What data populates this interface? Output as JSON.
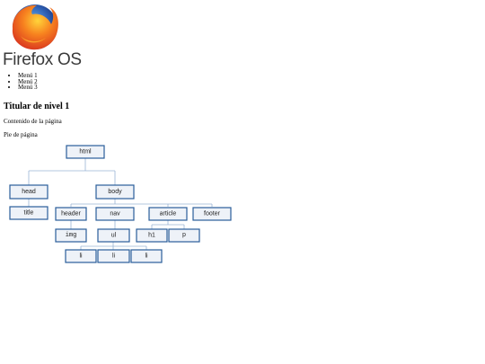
{
  "logo": {
    "text": "Firefox OS"
  },
  "menu": [
    "Menú 1",
    "Menú 2",
    "Menú 3"
  ],
  "heading": "Titular de nivel 1",
  "content": "Contenido de la página",
  "footer": "Pie de página",
  "tree": {
    "nodes": {
      "html": "html",
      "head": "head",
      "body": "body",
      "title": "title",
      "header": "header",
      "nav": "nav",
      "article": "article",
      "footer": "footer",
      "img": "img",
      "ul": "ul",
      "h1": "h1",
      "p": "p",
      "li1": "li",
      "li2": "li",
      "li3": "li"
    }
  }
}
